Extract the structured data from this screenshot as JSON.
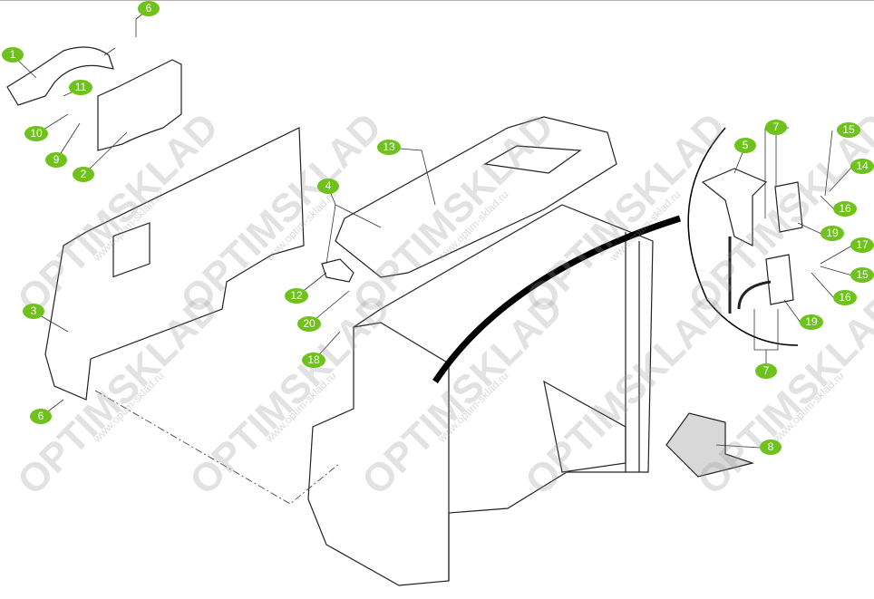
{
  "diagram": {
    "callouts": {
      "c1": "1",
      "c2": "2",
      "c3": "3",
      "c4": "4",
      "c5": "5",
      "c6a": "6",
      "c6b": "6",
      "c7a": "7",
      "c7b": "7",
      "c8": "8",
      "c9": "9",
      "c10": "10",
      "c11": "11",
      "c12": "12",
      "c13": "13",
      "c14": "14",
      "c15a": "15",
      "c15b": "15",
      "c16a": "16",
      "c16b": "16",
      "c17": "17",
      "c18": "18",
      "c19a": "19",
      "c19b": "19",
      "c20": "20"
    },
    "watermark": {
      "brand": "OPTIMSKLAD",
      "url": "www.optim-sklad.ru"
    },
    "colors": {
      "callout": "#6fc21c",
      "line": "#222222"
    }
  }
}
